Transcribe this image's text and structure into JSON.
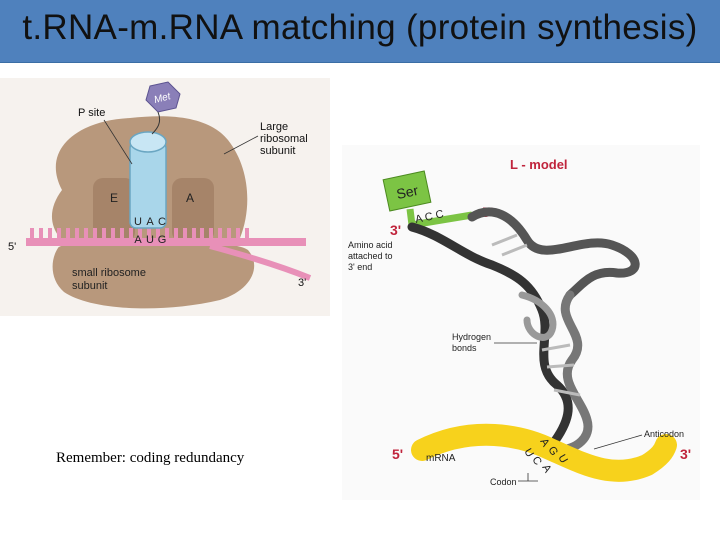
{
  "slide": {
    "title": "t.RNA-m.RNA matching (protein synthesis)",
    "note": "Remember: coding redundancy"
  },
  "ribosome_figure": {
    "amino_acid": "Met",
    "p_site": "P site",
    "large_subunit": [
      "Large",
      "ribosomal",
      "subunit"
    ],
    "site_e": "E",
    "site_a": "A",
    "anticodon": [
      "U",
      "A",
      "C"
    ],
    "codon": [
      "A",
      "U",
      "G"
    ],
    "five_prime": "5'",
    "three_prime": "3'",
    "small_subunit": [
      "small ribosome",
      "subunit"
    ],
    "colors": {
      "ribosome": "#b8987c",
      "trna": "#a9d6ea",
      "mrna": "#e890b8",
      "met": "#8a7fb8"
    }
  },
  "trna_figure": {
    "model": "L - model",
    "amino_acid": "Ser",
    "acc": "A C C",
    "three_prime_top": "3'",
    "five_prime_top": "5'",
    "amino_note": [
      "Amino acid",
      "attached to",
      "3' end"
    ],
    "hydrogen": [
      "Hydrogen",
      "bonds"
    ],
    "anticodon_label": "Anticodon",
    "anticodon_letters": [
      "A",
      "G",
      "U"
    ],
    "codon_letters": [
      "U",
      "C",
      "A"
    ],
    "mrna_label": "mRNA",
    "codon_label": "Codon",
    "five_prime_bottom": "5'",
    "three_prime_bottom": "3'",
    "colors": {
      "ser": "#7cc444",
      "mrna": "#f7d21c",
      "model": "#c0243c"
    }
  }
}
